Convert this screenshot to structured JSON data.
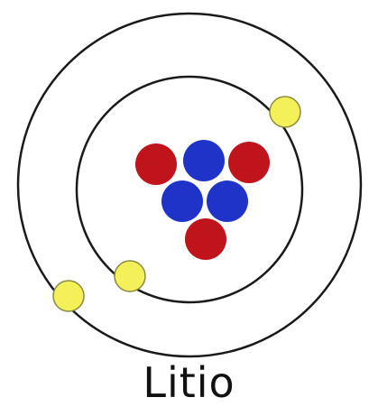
{
  "element": {
    "name": "Litio"
  },
  "colors": {
    "background": "#ffffff",
    "orbit": "#1a1a1a",
    "proton": "#c0141c",
    "neutron": "#1f33c8",
    "electron": "#f4f05a",
    "electron_outline": "#8a8a40"
  },
  "atom": {
    "protons": 3,
    "neutrons": 3,
    "electrons": 3,
    "shells": [
      {
        "name": "inner-shell",
        "electrons": 2
      },
      {
        "name": "outer-shell",
        "electrons": 1
      }
    ]
  }
}
